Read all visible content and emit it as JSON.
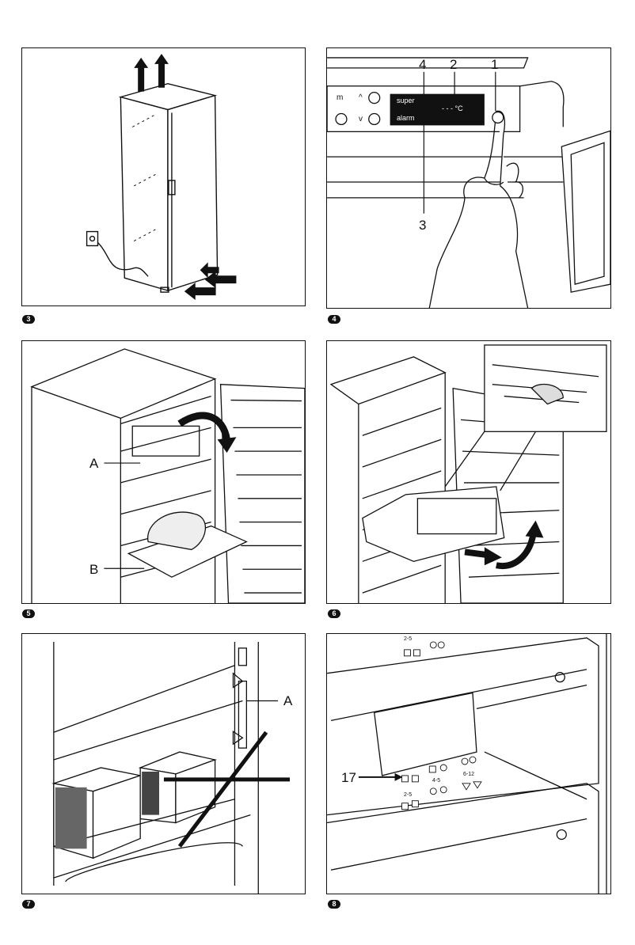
{
  "figures": [
    {
      "number": "3"
    },
    {
      "number": "4",
      "callouts": [
        "4",
        "2",
        "1",
        "3"
      ],
      "display": {
        "super": "super",
        "alarm": "alarm",
        "temp": "- - - °C"
      },
      "buttons": {
        "m": "m",
        "up": "^",
        "down": "v"
      }
    },
    {
      "number": "5",
      "callouts": [
        "A",
        "B"
      ]
    },
    {
      "number": "6"
    },
    {
      "number": "7",
      "callouts": [
        "A"
      ]
    },
    {
      "number": "8",
      "callouts": [
        "17"
      ],
      "drawer_labels": [
        "2-5",
        "4-5",
        "6-12",
        "2-5"
      ]
    }
  ]
}
